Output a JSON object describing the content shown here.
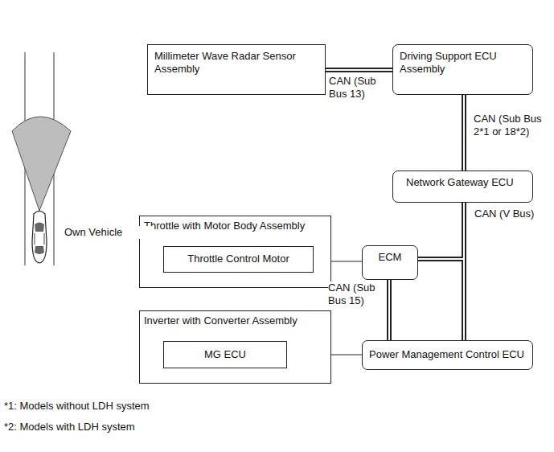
{
  "diagram": {
    "nodes": [
      {
        "text": [
          "Millimeter Wave Radar Sensor Assembly"
        ]
      },
      {
        "text": [
          "Driving Support ECU Assembly"
        ]
      },
      {
        "text": [
          "Network Gateway ECU"
        ]
      },
      {
        "text": [
          "Throttle with Motor Body Assembly"
        ]
      },
      {
        "text": [
          "Throttle Control Motor"
        ],
        "in": 3
      },
      {
        "text": [
          "ECM"
        ]
      },
      {
        "text": [
          "Inverter with Converter Assembly"
        ]
      },
      {
        "text": [
          "MG ECU"
        ],
        "in": 6
      },
      {
        "text": [
          "Power Management Control ECU"
        ]
      }
    ],
    "edges": [
      {
        "from": 0,
        "to": 1,
        "arrow": "none",
        "label": "CAN (Sub Bus 13)"
      },
      {
        "from": 1,
        "to": 2,
        "arrow": "none",
        "label": "CAN (Sub Bus 2*1 or 18*2)"
      },
      {
        "from": 2,
        "to": 5,
        "arrow": "none"
      },
      {
        "from": 2,
        "to": 8,
        "arrow": "none",
        "label": "CAN (V Bus)"
      },
      {
        "from": 5,
        "to": 8,
        "arrow": "none",
        "label": "CAN (Sub Bus 15)"
      },
      {
        "from": 5,
        "to": 4,
        "arrow": "to"
      },
      {
        "from": 8,
        "to": 7,
        "arrow": "to"
      }
    ],
    "labels": [
      "Own Vehicle",
      "*1: Models without LDH system",
      "*2: Models with LDH system"
    ]
  }
}
